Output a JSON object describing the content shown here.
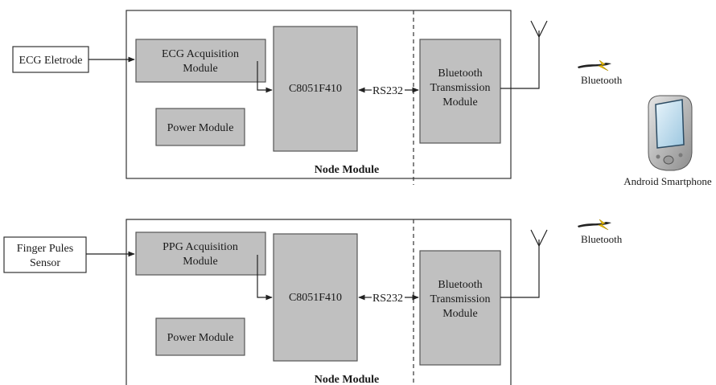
{
  "top": {
    "input_label": "ECG Eletrode",
    "acq_label": [
      "ECG Acquisition",
      "Module"
    ],
    "mcu_label": "C8051F410",
    "link_label": "RS232",
    "bt_module_label": [
      "Bluetooth",
      "Transmission",
      "Module"
    ],
    "power_label": "Power Module",
    "node_label": "Node Module",
    "wireless_label": "Bluetooth"
  },
  "bottom": {
    "input_label": [
      "Finger Pules",
      "Sensor"
    ],
    "acq_label": [
      "PPG Acquisition",
      "Module"
    ],
    "mcu_label": "C8051F410",
    "link_label": "RS232",
    "bt_module_label": [
      "Bluetooth",
      "Transmission",
      "Module"
    ],
    "power_label": "Power Module",
    "node_label": "Node Module",
    "wireless_label": "Bluetooth"
  },
  "phone": {
    "label": "Android Smartphone"
  },
  "colors": {
    "module_fill": "#c0c0c0",
    "lightning": "#f2c200",
    "phone_body": "#bfbfbf"
  }
}
